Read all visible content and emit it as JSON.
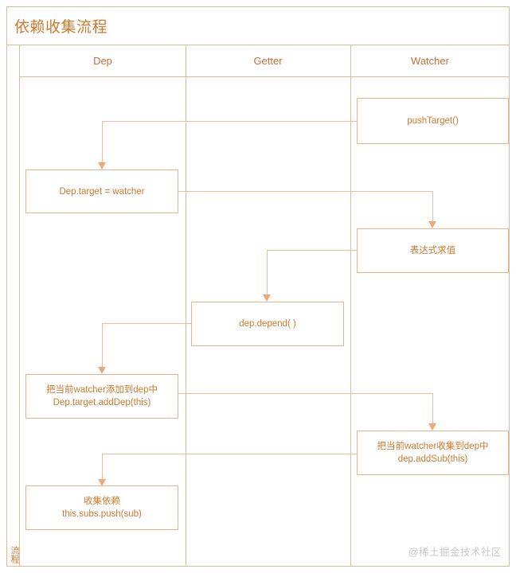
{
  "diagram": {
    "title": "依赖收集流程",
    "vertical_label": "流程",
    "watermark": "@稀土掘金技术社区",
    "accent_color": "#cc7a2e",
    "border_color": "#e3b894",
    "connector_color": "#edbb97",
    "arrow_color": "#f0a875",
    "watermark_color": "#c9c9c9"
  },
  "lanes": [
    {
      "label": "Dep"
    },
    {
      "label": "Getter"
    },
    {
      "label": "Watcher"
    }
  ],
  "nodes": [
    {
      "id": "push-target",
      "lane": "Watcher",
      "text": "pushTarget()"
    },
    {
      "id": "dep-target-watcher",
      "lane": "Dep",
      "text": "Dep.target = watcher"
    },
    {
      "id": "expression-eval",
      "lane": "Watcher",
      "text": "表达式求值"
    },
    {
      "id": "dep-depend",
      "lane": "Getter",
      "text": "dep.depend( )"
    },
    {
      "id": "add-dep",
      "lane": "Dep",
      "text": "把当前watcher添加到dep中\nDep.target.addDep(this)"
    },
    {
      "id": "add-sub",
      "lane": "Watcher",
      "text": "把当前watcher收集到dep中\ndep.addSub(this)"
    },
    {
      "id": "collect-deps",
      "lane": "Dep",
      "text": "收集依赖\nthis.subs.push(sub)"
    }
  ],
  "edges": [
    {
      "from": "push-target",
      "to": "dep-target-watcher"
    },
    {
      "from": "dep-target-watcher",
      "to": "expression-eval"
    },
    {
      "from": "expression-eval",
      "to": "dep-depend"
    },
    {
      "from": "dep-depend",
      "to": "add-dep"
    },
    {
      "from": "add-dep",
      "to": "add-sub"
    },
    {
      "from": "add-sub",
      "to": "collect-deps"
    }
  ]
}
